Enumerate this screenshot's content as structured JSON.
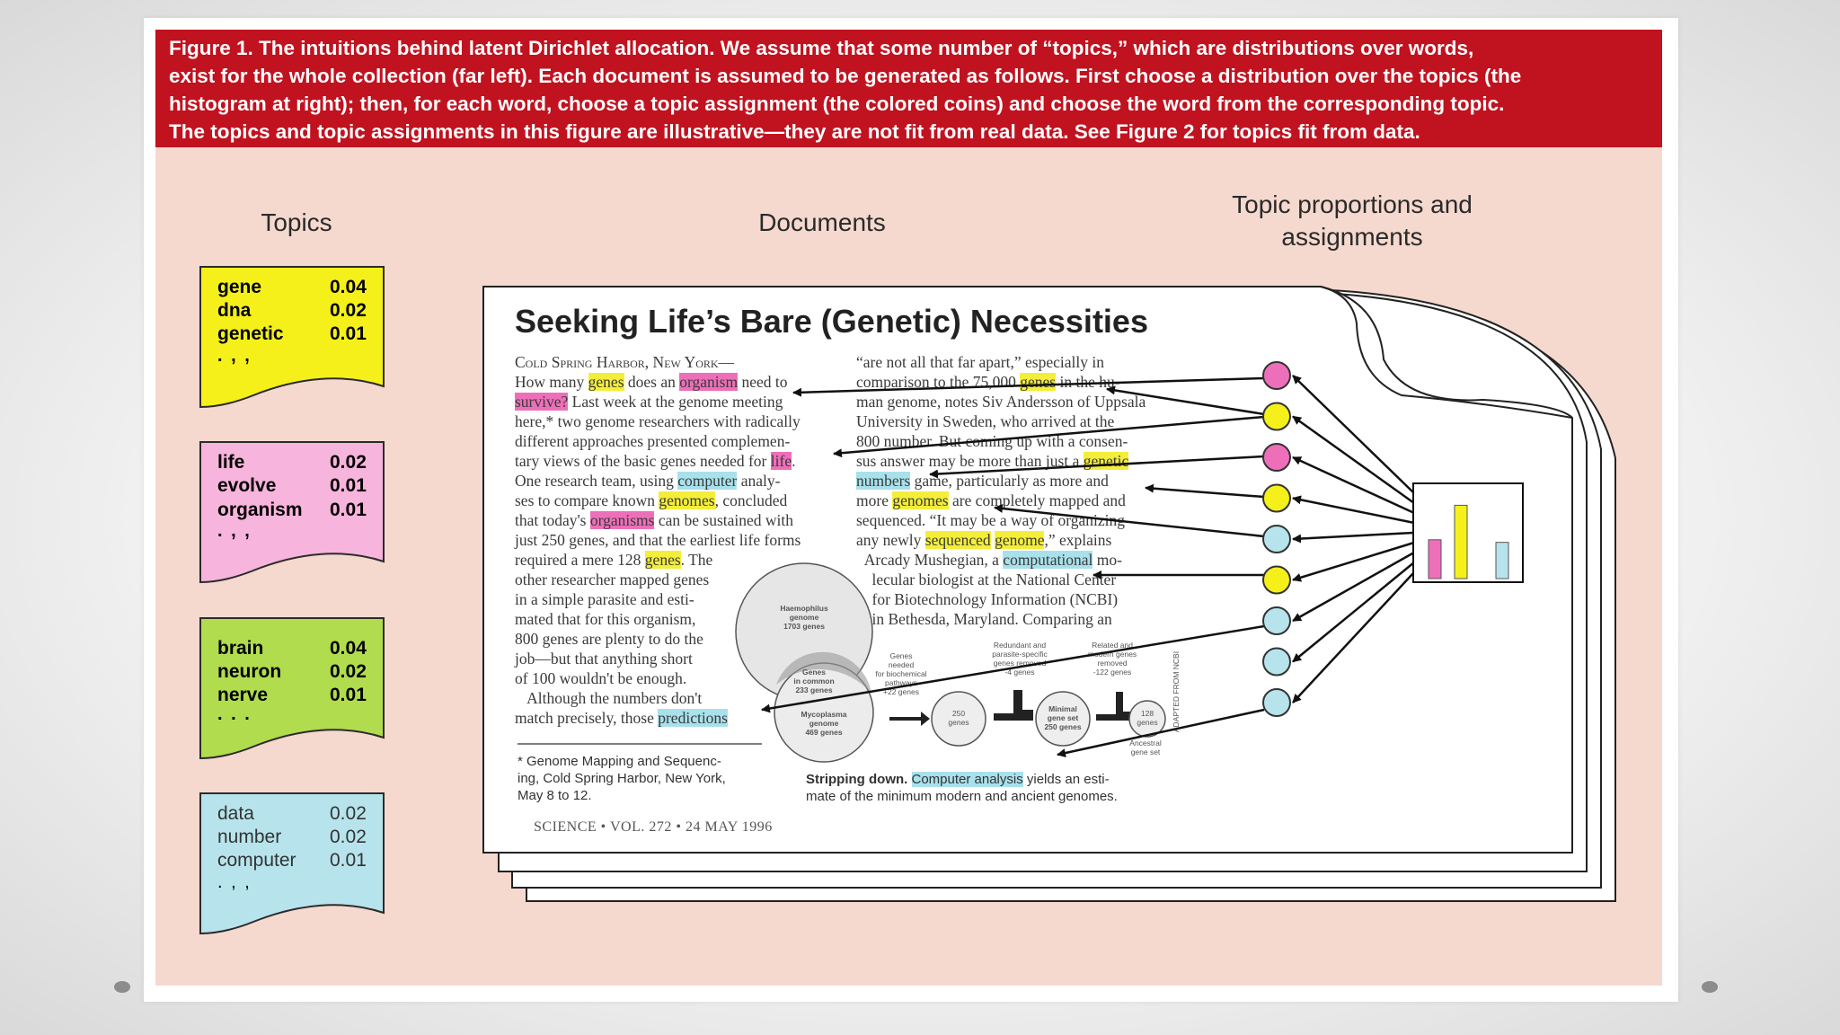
{
  "caption": {
    "lines": [
      "Figure 1. The intuitions behind latent Dirichlet allocation. We assume that some number of “topics,” which are distributions over words,",
      "exist for the whole collection (far left). Each document is assumed to be generated as follows. First choose a distribution over the topics (the",
      "histogram at right); then, for each word, choose a topic assignment (the colored coins) and choose the word from the corresponding topic.",
      "The topics and topic assignments in this figure are illustrative—they are not fit from real data. See Figure 2 for topics fit from data."
    ]
  },
  "headers": {
    "topics": "Topics",
    "documents": "Documents",
    "proportions_line1": "Topic proportions and",
    "proportions_line2": "assignments"
  },
  "topics": [
    {
      "color": "#f5f01a",
      "words": [
        {
          "w": "gene",
          "p": "0.04"
        },
        {
          "w": "dna",
          "p": "0.02"
        },
        {
          "w": "genetic",
          "p": "0.01"
        }
      ],
      "ellipsis": ". , ,"
    },
    {
      "color": "#f7b4dc",
      "words": [
        {
          "w": "life",
          "p": "0.02"
        },
        {
          "w": "evolve",
          "p": "0.01"
        },
        {
          "w": "organism",
          "p": "0.01"
        }
      ],
      "ellipsis": ". , ,"
    },
    {
      "color": "#b1dc4e",
      "words": [
        {
          "w": "brain",
          "p": "0.04"
        },
        {
          "w": "neuron",
          "p": "0.02"
        },
        {
          "w": "nerve",
          "p": "0.01"
        }
      ],
      "ellipsis": ". . ."
    },
    {
      "color": "#b7e4ec",
      "words": [
        {
          "w": "data",
          "p": "0.02"
        },
        {
          "w": "number",
          "p": "0.02"
        },
        {
          "w": "computer",
          "p": "0.01"
        }
      ],
      "ellipsis": ". , ,"
    }
  ],
  "document": {
    "title": "Seeking Life’s Bare (Genetic) Necessities",
    "footnote": [
      "* Genome Mapping and Sequenc-",
      "ing, Cold Spring Harbor, New York,",
      "May 8 to 12."
    ],
    "figure_caption_bold": "Stripping down.",
    "figure_caption_hl": "Computer analysis",
    "figure_caption_rest": " yields an esti-",
    "figure_caption_line2": "mate of the minimum modern and ancient genomes.",
    "dateline": "SCIENCE • VOL. 272 • 24 MAY 1996",
    "inset": {
      "haemophilus": [
        "Haemophilus",
        "genome",
        "1703 genes"
      ],
      "common": [
        "Genes",
        "in common",
        "233 genes"
      ],
      "mycoplasma": [
        "Mycoplasma",
        "genome",
        "469 genes"
      ],
      "needed": [
        "Genes",
        "needed",
        "for biochemical",
        "pathways",
        "+22 genes"
      ],
      "redundant": [
        "Redundant and",
        "parasite-specific",
        "genes removed",
        "-4 genes"
      ],
      "nonessential": [
        "Related and",
        "modern genes",
        "removed",
        "-122 genes"
      ],
      "c250": [
        "250",
        "genes"
      ],
      "minimal": [
        "Minimal",
        "gene set",
        "250 genes"
      ],
      "ancestral": [
        "128",
        "genes"
      ],
      "ancestral_label": [
        "Ancestral",
        "gene set"
      ],
      "credit": "ADAPTED FROM NCBI"
    }
  },
  "assignments": {
    "coins": [
      "#ee6fb9",
      "#f5f01a",
      "#ee6fb9",
      "#f5f01a",
      "#b7e4ec",
      "#f5f01a",
      "#b7e4ec",
      "#b7e4ec",
      "#b7e4ec"
    ],
    "histogram": [
      {
        "topic": "pink",
        "color": "#ee6fb9",
        "value": 0.45
      },
      {
        "topic": "yellow",
        "color": "#f5f01a",
        "value": 0.85
      },
      {
        "topic": "blue",
        "color": "#b7e4ec",
        "value": 0.42
      }
    ]
  }
}
